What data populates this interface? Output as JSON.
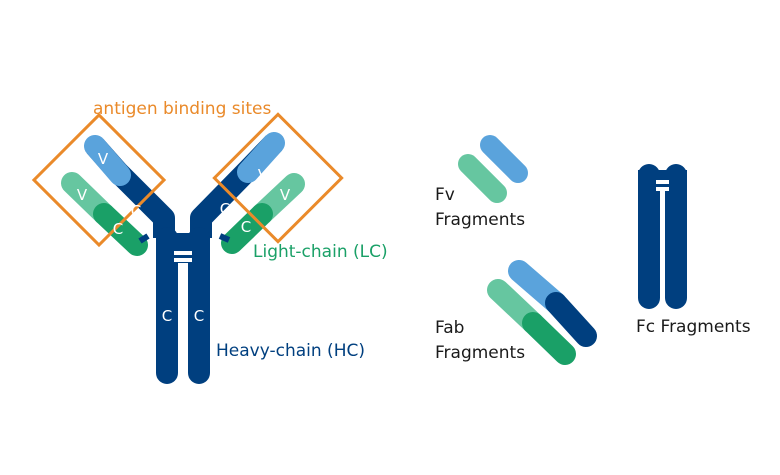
{
  "labels": {
    "antigen_sites": "antigen binding sites",
    "light_chain": "Light-chain (LC)",
    "heavy_chain": "Heavy-chain (HC)",
    "fv_line1": "Fv",
    "fv_line2": "Fragments",
    "fab_line1": "Fab",
    "fab_line2": "Fragments",
    "fc": "Fc Fragments"
  },
  "domains": {
    "variable": "V",
    "constant": "C"
  },
  "colors": {
    "heavy_dark": "#003f7f",
    "heavy_light": "#5aa3dc",
    "light_dark": "#1aa067",
    "light_light": "#66c6a0",
    "accent": "#ea8a2a"
  }
}
